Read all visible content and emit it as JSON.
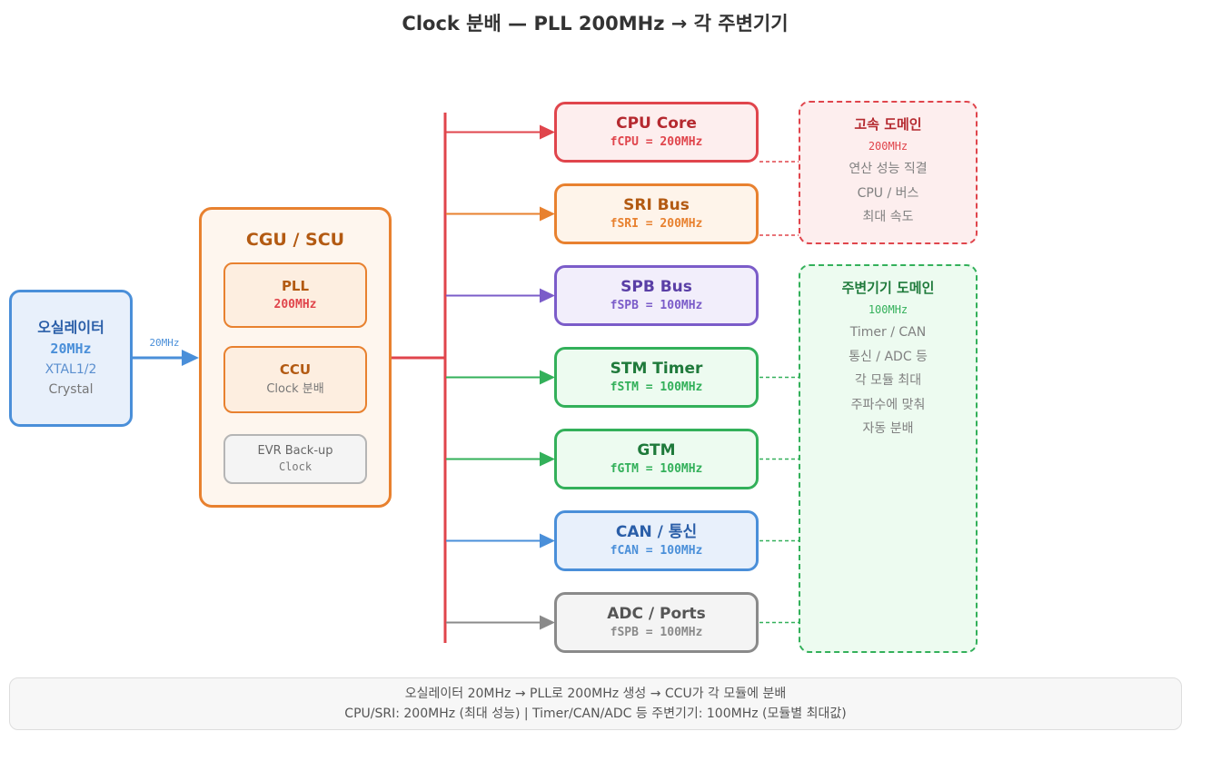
{
  "title": "Clock 분배 — PLL 200MHz → 각 주변기기",
  "oscillator": {
    "title": "오실레이터",
    "freq": "20MHz",
    "pins": "XTAL1/2",
    "type": "Crystal",
    "output_label": "20MHz"
  },
  "cgu": {
    "title": "CGU / SCU",
    "pll": {
      "title": "PLL",
      "freq": "200MHz"
    },
    "ccu": {
      "title": "CCU",
      "subtitle": "Clock 분배"
    },
    "evr": {
      "title": "EVR Back-up",
      "subtitle": "Clock"
    }
  },
  "modules": [
    {
      "name": "CPU Core",
      "freq": "fCPU = 200MHz",
      "color": "#e0454c",
      "fill": "#fdeeee",
      "text": "#b52a30"
    },
    {
      "name": "SRI Bus",
      "freq": "fSRI = 200MHz",
      "color": "#e8812f",
      "fill": "#fef4ea",
      "text": "#b35a12"
    },
    {
      "name": "SPB Bus",
      "freq": "fSPB = 100MHz",
      "color": "#7b5cc9",
      "fill": "#f2eefb",
      "text": "#5a3fa6"
    },
    {
      "name": "STM Timer",
      "freq": "fSTM = 100MHz",
      "color": "#33b05a",
      "fill": "#edfbf0",
      "text": "#1f7a3b"
    },
    {
      "name": "GTM",
      "freq": "fGTM = 100MHz",
      "color": "#33b05a",
      "fill": "#edfbf0",
      "text": "#1f7a3b"
    },
    {
      "name": "CAN / 통신",
      "freq": "fCAN = 100MHz",
      "color": "#4a8fd9",
      "fill": "#e8f0fb",
      "text": "#2a5ea8"
    },
    {
      "name": "ADC / Ports",
      "freq": "fSPB = 100MHz",
      "color": "#8a8a8a",
      "fill": "#f4f4f4",
      "text": "#555555"
    }
  ],
  "domains": {
    "high_speed": {
      "title": "고속 도메인",
      "freq": "200MHz",
      "lines": [
        "연산 성능 직결",
        "CPU / 버스",
        "최대 속도"
      ]
    },
    "peripheral": {
      "title": "주변기기 도메인",
      "freq": "100MHz",
      "lines": [
        "Timer / CAN",
        "통신 / ADC 등",
        "각 모듈 최대",
        "주파수에 맞춰",
        "자동 분배"
      ]
    }
  },
  "footer": {
    "line1": "오실레이터 20MHz → PLL로 200MHz 생성 → CCU가 각 모듈에 분배",
    "line2": "CPU/SRI: 200MHz (최대 성능) | Timer/CAN/ADC 등 주변기기: 100MHz (모듈별 최대값)"
  },
  "colors": {
    "bus": "#e0454c",
    "oscillator": "#4a8fd9",
    "cgu": "#e8812f",
    "high_speed_domain": "#e0454c",
    "peripheral_domain": "#33b05a"
  }
}
